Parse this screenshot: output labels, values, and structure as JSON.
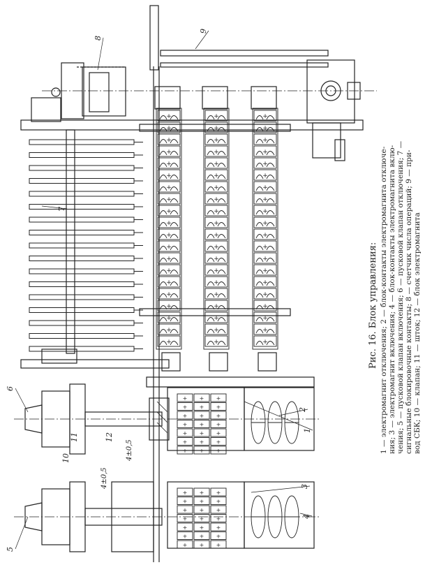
{
  "figure": {
    "caption_title": "Рис. 16. Блок управления:",
    "legend_lines": [
      "1 — электромагнит отключения; 2 — блок-контакты электромагнита отключе-",
      "ния; 3 — электромагнит включения; 4 — блок-контакты электромагнита вклю-",
      "чения; 5 — пусковой клапан включения; 6 — пусковой клапан отключения; 7 —",
      "сигнальные блокировочные контакты; 8 — счетчик числа операций; 9 — при-",
      "вод СБК; 10 — клапан; 11 — шток; 12 — блок электромагнита",
      ""
    ],
    "callouts": [
      "1",
      "2",
      "3",
      "4",
      "5",
      "6",
      "7",
      "8",
      "9",
      "10",
      "11",
      "12"
    ],
    "dimensions": [
      "4±0,5",
      "4±0,5"
    ],
    "terminal_mark": "+"
  }
}
